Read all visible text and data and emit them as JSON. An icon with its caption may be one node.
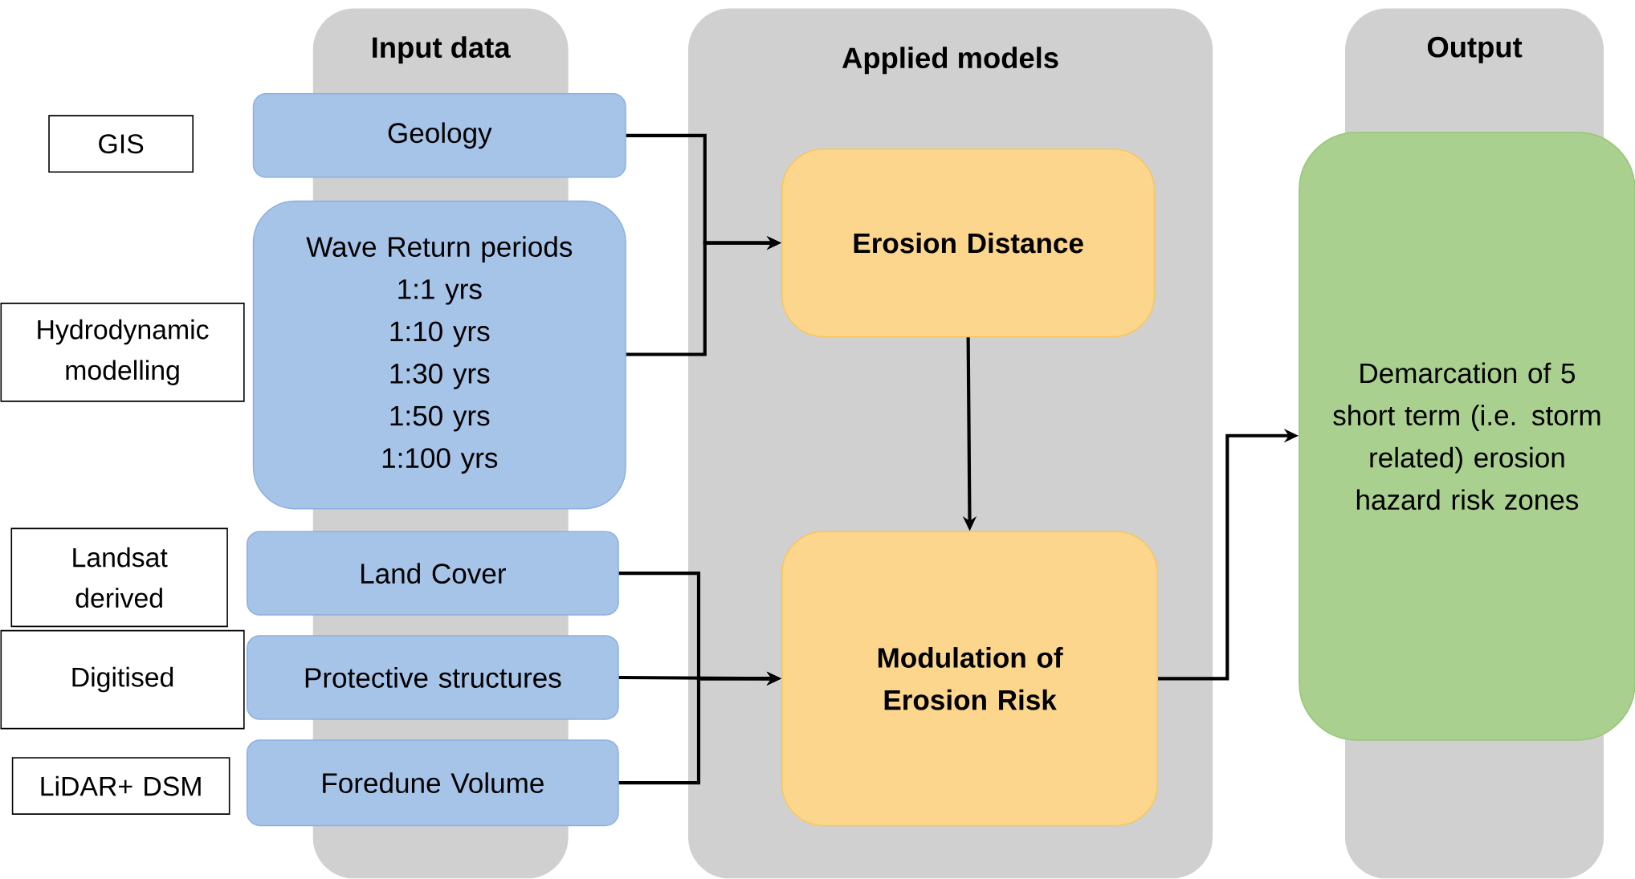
{
  "diagram": {
    "nodes": [
      {
        "text": [
          "Input data"
        ]
      },
      {
        "text": [
          "Applied models"
        ]
      },
      {
        "text": [
          "Output"
        ]
      },
      {
        "text": [
          "Geology"
        ]
      },
      {
        "text": [
          "Wave Return periods",
          "1:1 yrs",
          "1:10 yrs",
          "1:30 yrs",
          "1:50 yrs",
          "1:100 yrs"
        ]
      },
      {
        "text": [
          "Land Cover"
        ]
      },
      {
        "text": [
          "Protective structures"
        ]
      },
      {
        "text": [
          "Foredune Volume"
        ]
      },
      {
        "text": [
          "Erosion Distance"
        ],
        "in": 1
      },
      {
        "text": [
          "Modulation of Erosion Risk"
        ],
        "in": 1
      },
      {
        "text": [
          "Demarcation of 5 short term (i.e. storm related) erosion hazard risk zones"
        ]
      },
      {
        "text": [
          "GIS"
        ]
      },
      {
        "text": [
          "Hydrodynamic modelling"
        ]
      },
      {
        "text": [
          "Landsat derived"
        ]
      },
      {
        "text": [
          "Digitised"
        ]
      },
      {
        "text": [
          "LiDAR+ DSM"
        ]
      }
    ],
    "edges": [
      {
        "from": 3,
        "to": 8,
        "arrow": "to"
      },
      {
        "from": 4,
        "to": 8,
        "arrow": "to"
      },
      {
        "from": 5,
        "to": 9,
        "arrow": "to"
      },
      {
        "from": 6,
        "to": 9,
        "arrow": "to"
      },
      {
        "from": 7,
        "to": 9,
        "arrow": "to"
      },
      {
        "from": 8,
        "to": 9,
        "arrow": "to"
      },
      {
        "from": 9,
        "to": 10,
        "arrow": "to"
      }
    ]
  }
}
